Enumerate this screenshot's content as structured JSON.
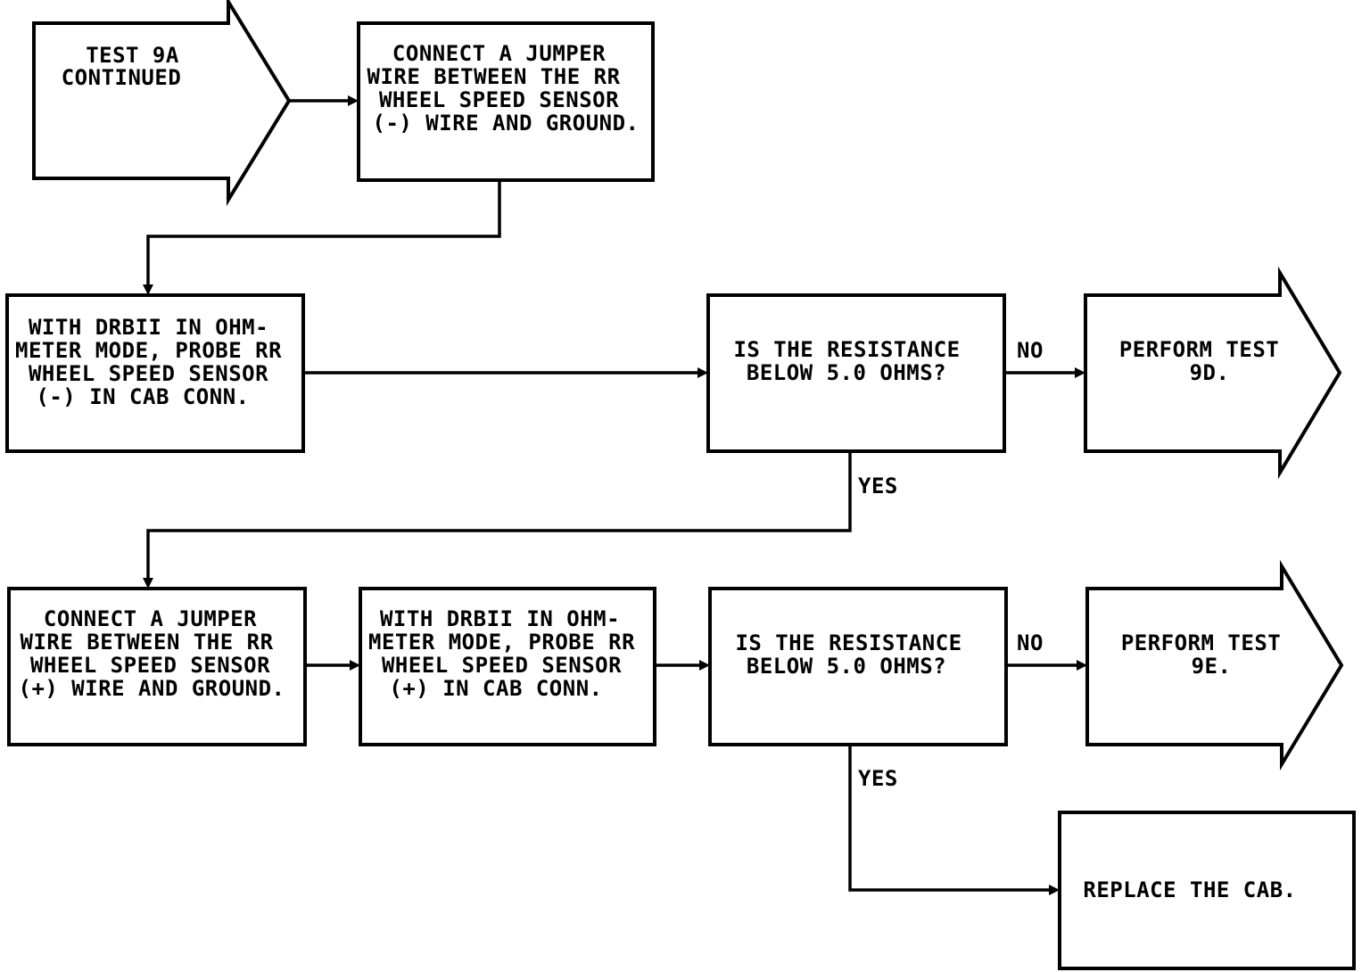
{
  "diagram": {
    "type": "flowchart",
    "nodes": {
      "start": {
        "lines": [
          "TEST 9A",
          "CONTINUED"
        ]
      },
      "step1": {
        "lines": [
          "CONNECT A JUMPER",
          "WIRE BETWEEN THE RR",
          "WHEEL SPEED SENSOR",
          "(-) WIRE AND GROUND."
        ]
      },
      "step2": {
        "lines": [
          "WITH DRBII IN OHM-",
          "METER MODE, PROBE RR",
          "WHEEL SPEED SENSOR",
          "(-) IN CAB CONN."
        ]
      },
      "decision1": {
        "lines": [
          "IS THE RESISTANCE",
          "BELOW 5.0 OHMS?"
        ]
      },
      "goto1": {
        "lines": [
          "PERFORM TEST",
          "9D."
        ]
      },
      "step3": {
        "lines": [
          "CONNECT A JUMPER",
          "WIRE BETWEEN THE RR",
          "WHEEL SPEED SENSOR",
          "(+) WIRE AND GROUND."
        ]
      },
      "step4": {
        "lines": [
          "WITH DRBII IN OHM-",
          "METER MODE, PROBE RR",
          "WHEEL SPEED SENSOR",
          "(+) IN CAB CONN."
        ]
      },
      "decision2": {
        "lines": [
          "IS THE RESISTANCE",
          "BELOW 5.0 OHMS?"
        ]
      },
      "goto2": {
        "lines": [
          "PERFORM TEST",
          "9E."
        ]
      },
      "final": {
        "lines": [
          "REPLACE THE CAB."
        ]
      }
    },
    "edge_labels": {
      "d1_no": "NO",
      "d1_yes": "YES",
      "d2_no": "NO",
      "d2_yes": "YES"
    }
  }
}
